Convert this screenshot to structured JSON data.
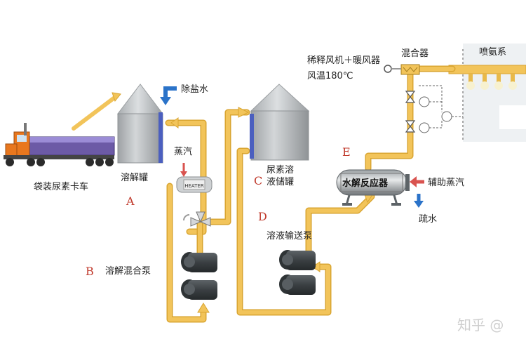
{
  "labels": {
    "truck": "袋装尿素卡车",
    "dissolve_tank": "溶解罐",
    "desalted_water": "除盐水",
    "steam": "蒸汽",
    "mix_pump": "溶解混合泵",
    "storage_tank_line1": "尿素溶",
    "storage_tank_line2": "液储罐",
    "transfer_pump": "溶液输送泵",
    "reactor": "水解反应器",
    "aux_steam": "辅助蒸汽",
    "drain": "疏水",
    "fan_heater": "稀释风机＋暖风器",
    "air_temp": "风温180℃",
    "mixer": "混合器",
    "ammonia_system": "喷氨系",
    "heater_tag": "HEATER",
    "letter_a": "A",
    "letter_b": "B",
    "letter_c": "C",
    "letter_d": "D",
    "letter_e": "E",
    "watermark": "知乎 @"
  },
  "colors": {
    "pipe": "#f2c45a",
    "pipe_edge": "#d9a531",
    "tank": "#b9bcbf",
    "tank_dark": "#8f9396",
    "roof": "#c9cccf",
    "blue": "#2b73c9",
    "red": "#d9534f",
    "letter": "#c0392b",
    "pump": "#3e4346",
    "truck_cab": "#e8771e",
    "reactor_box": "#f0f0f0",
    "duct": "#d9dde0"
  }
}
